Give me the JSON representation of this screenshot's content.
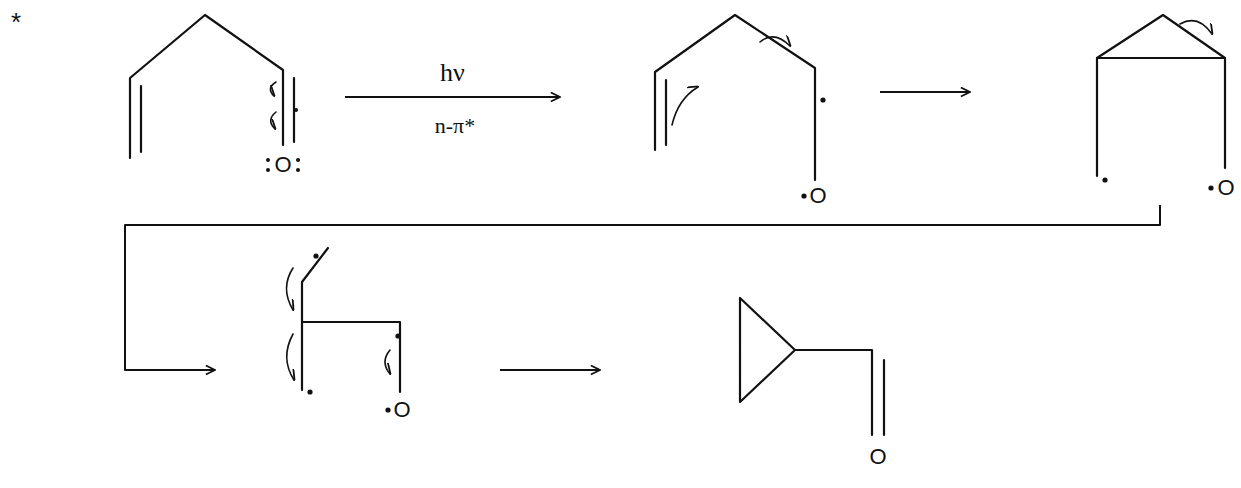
{
  "diagram": {
    "nodes": [
      {
        "text": [
          "O"
        ]
      },
      {
        "text": [
          "O"
        ]
      },
      {
        "text": [
          "O"
        ]
      },
      {
        "text": [
          "O"
        ]
      },
      {
        "text": [
          "O"
        ]
      }
    ],
    "edges": [
      {
        "from": 0,
        "to": 1,
        "arrow": "to",
        "label": "hν"
      },
      {
        "from": 1,
        "to": 2,
        "arrow": "to"
      },
      {
        "from": 2,
        "to": 3,
        "arrow": "to"
      },
      {
        "from": 3,
        "to": 4,
        "arrow": "to"
      }
    ],
    "labels": [
      "*",
      "n-π*"
    ]
  }
}
